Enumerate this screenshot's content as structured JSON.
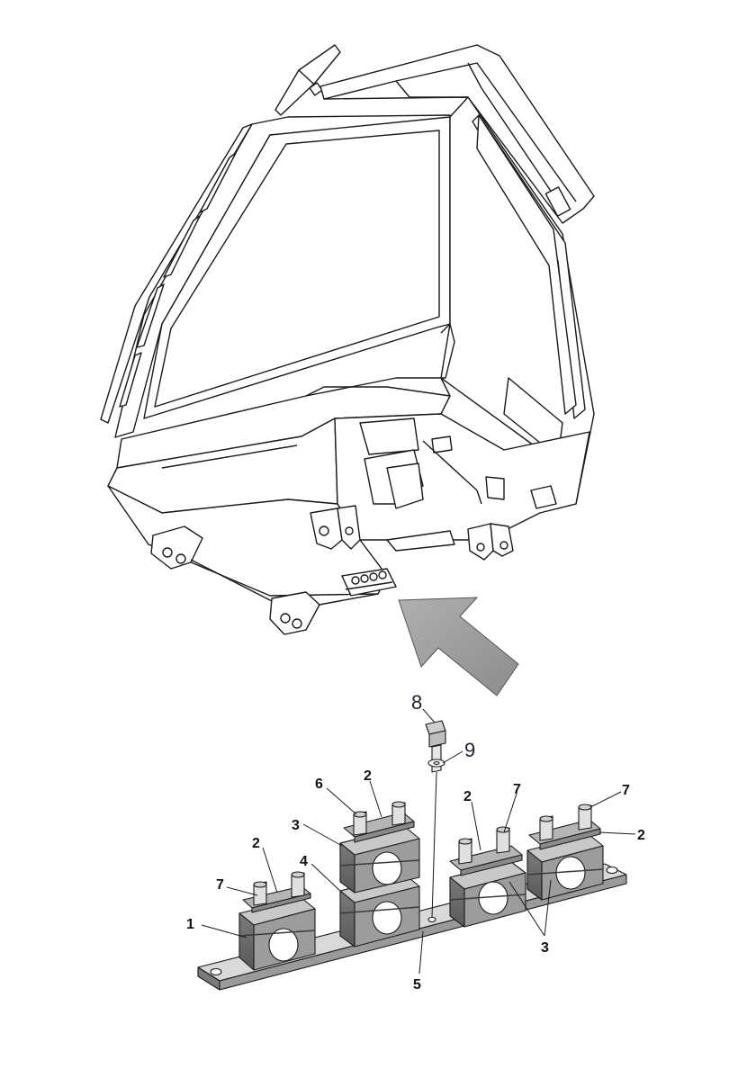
{
  "diagram": {
    "callouts": [
      {
        "id": "c1",
        "label": "1"
      },
      {
        "id": "c2a",
        "label": "2"
      },
      {
        "id": "c2b",
        "label": "2"
      },
      {
        "id": "c2c",
        "label": "2"
      },
      {
        "id": "c2d",
        "label": "2"
      },
      {
        "id": "c3a",
        "label": "3"
      },
      {
        "id": "c3b",
        "label": "3"
      },
      {
        "id": "c4",
        "label": "4"
      },
      {
        "id": "c5",
        "label": "5"
      },
      {
        "id": "c6",
        "label": "6"
      },
      {
        "id": "c7a",
        "label": "7"
      },
      {
        "id": "c7b",
        "label": "7"
      },
      {
        "id": "c7c",
        "label": "7"
      },
      {
        "id": "c8",
        "label": "8"
      },
      {
        "id": "c9",
        "label": "9"
      }
    ],
    "colors": {
      "line": "#1a1a1a",
      "arrow_fill": "#9a9a9a",
      "clamp_dark": "#6e6e6e",
      "clamp_mid": "#9c9c9c",
      "clamp_light": "#c8c8c8",
      "plate": "#b5b5b5",
      "rail": "#d9d9d9"
    }
  }
}
